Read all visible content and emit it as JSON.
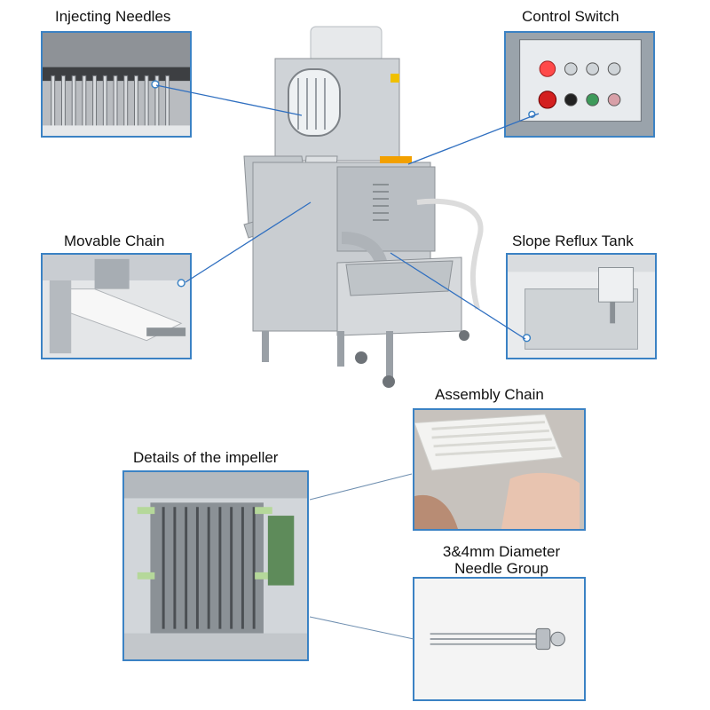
{
  "labels": {
    "injecting_needles": "Injecting Needles",
    "control_switch": "Control Switch",
    "movable_chain": "Movable Chain",
    "slope_reflux_tank": "Slope Reflux Tank",
    "assembly_chain": "Assembly Chain",
    "impeller_details": "Details of the impeller",
    "needle_group_line1": "3&4mm Diameter",
    "needle_group_line2": "Needle Group"
  },
  "colors": {
    "accent_border": "#3b82c4",
    "connector_line": "#2f6fc0",
    "steel": "#c9cdd1",
    "steel_dark": "#8d9297"
  }
}
